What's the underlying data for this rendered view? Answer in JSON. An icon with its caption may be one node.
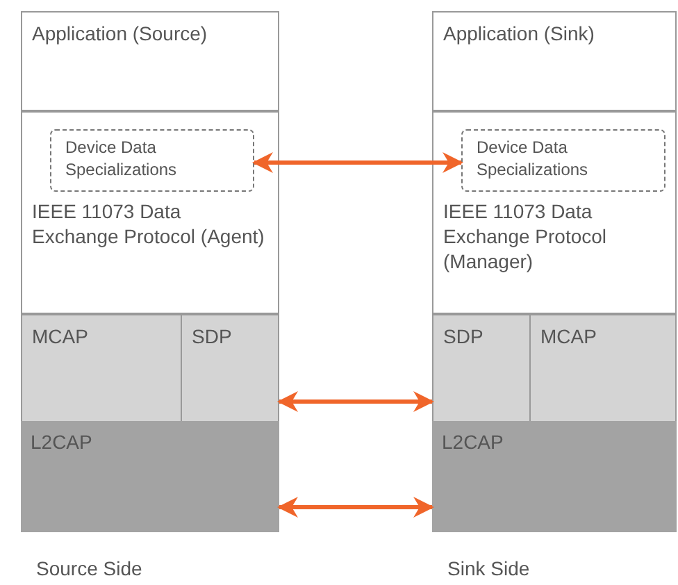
{
  "diagram": {
    "nodes": [
      {
        "text": [
          "Application (Source)"
        ]
      },
      {
        "text": [
          "IEEE 11073 Data Exchange Protocol (Agent)"
        ]
      },
      {
        "text": [
          "Device Data Specializations"
        ],
        "in": 1
      },
      {
        "text": [
          "MCAP"
        ]
      },
      {
        "text": [
          "SDP"
        ]
      },
      {
        "text": [
          "L2CAP"
        ]
      },
      {
        "text": [
          "Application (Sink)"
        ]
      },
      {
        "text": [
          "IEEE 11073 Data Exchange Protocol (Manager)"
        ]
      },
      {
        "text": [
          "Device Data Specializations"
        ],
        "in": 7
      },
      {
        "text": [
          "SDP"
        ]
      },
      {
        "text": [
          "MCAP"
        ]
      },
      {
        "text": [
          "L2CAP"
        ]
      }
    ],
    "edges": [
      {
        "from": 2,
        "to": 8,
        "arrow": "both"
      },
      {
        "from": 4,
        "to": 9,
        "arrow": "both"
      },
      {
        "from": 5,
        "to": 11,
        "arrow": "both"
      }
    ],
    "labels": [
      "Source Side",
      "Sink Side"
    ]
  }
}
